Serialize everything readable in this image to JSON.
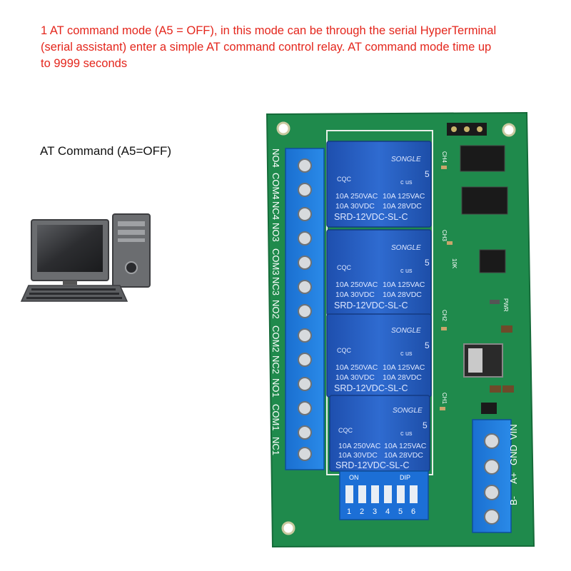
{
  "caption": {
    "lines": [
      "1 AT command mode (A5 = OFF), in this mode can be through the serial HyperTerminal",
      "(serial assistant) enter a simple AT command control relay. AT command mode time up",
      "to 9999 seconds"
    ],
    "color": "#e4261c"
  },
  "mode_label": "AT Command (A5=OFF)",
  "pc_label": "PC",
  "board": {
    "color": "#1f8a4c",
    "left_terminal_labels": [
      "NO4",
      "COM4",
      "NC4",
      "NO3",
      "COM3",
      "NC3",
      "NO2",
      "COM2",
      "NC2",
      "NO1",
      "COM1",
      "NC1"
    ],
    "power_terminal_labels": [
      "B-",
      "A+",
      "GND",
      "VIN"
    ],
    "relay": {
      "brand": "SONGLE",
      "rating_1": "10A 250VAC",
      "rating_2": "10A 125VAC",
      "rating_3": "10A 30VDC",
      "rating_4": "10A 28VDC",
      "model": "SRD-12VDC-SL-C",
      "pin_count": "5",
      "cqc": "CQC",
      "ul": "c us"
    },
    "channel_labels": [
      "CH4",
      "CH3",
      "CH2",
      "CH1"
    ],
    "pwr_label": "PWR",
    "resistor_label": "10K",
    "dip": {
      "on_label": "ON",
      "dip_label": "DIP",
      "numbers": [
        "1",
        "2",
        "3",
        "4",
        "5",
        "6"
      ]
    }
  }
}
